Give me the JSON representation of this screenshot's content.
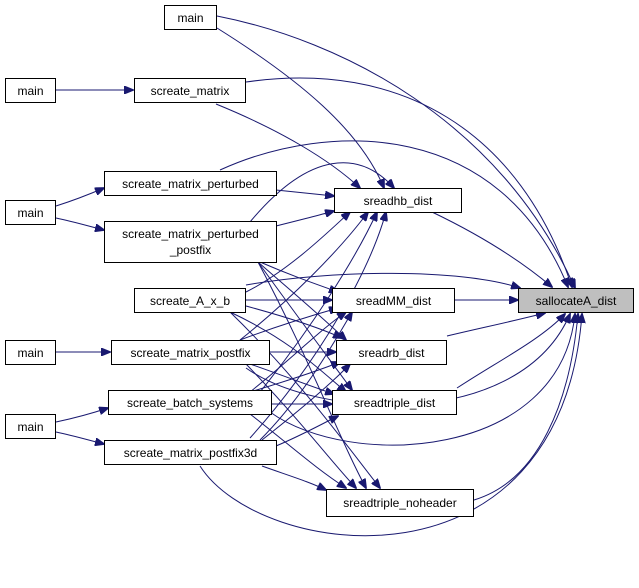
{
  "colors": {
    "edge": "#191970",
    "node_fill": "#ffffff",
    "node_border": "#000000",
    "focus_fill": "#bfbfbf"
  },
  "nodes": {
    "main1": {
      "label": "main"
    },
    "main2": {
      "label": "main"
    },
    "main3": {
      "label": "main"
    },
    "main4": {
      "label": "main"
    },
    "main5": {
      "label": "main"
    },
    "screate_matrix": {
      "label": "screate_matrix"
    },
    "screate_matrix_perturbed": {
      "label": "screate_matrix_perturbed"
    },
    "screate_matrix_perturbed_postfix": {
      "label_line1": "screate_matrix_perturbed",
      "label_line2": "_postfix"
    },
    "screate_A_x_b": {
      "label": "screate_A_x_b"
    },
    "screate_matrix_postfix": {
      "label": "screate_matrix_postfix"
    },
    "screate_batch_systems": {
      "label": "screate_batch_systems"
    },
    "screate_matrix_postfix3d": {
      "label": "screate_matrix_postfix3d"
    },
    "sreadhb_dist": {
      "label": "sreadhb_dist"
    },
    "sreadMM_dist": {
      "label": "sreadMM_dist"
    },
    "sreadrb_dist": {
      "label": "sreadrb_dist"
    },
    "sreadtriple_dist": {
      "label": "sreadtriple_dist"
    },
    "sreadtriple_noheader": {
      "label": "sreadtriple_noheader"
    },
    "sallocateA_dist": {
      "label": "sallocateA_dist"
    }
  }
}
